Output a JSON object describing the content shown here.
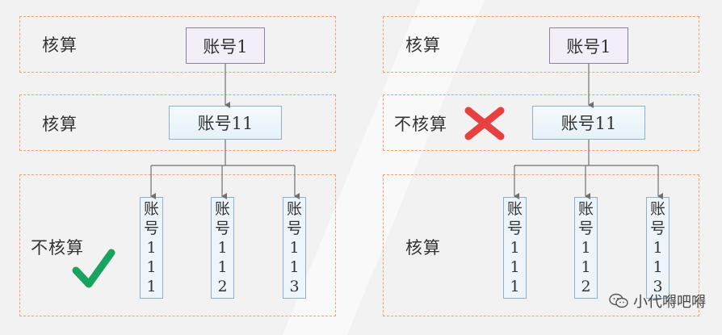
{
  "left": {
    "rows": [
      {
        "label": "核算",
        "box": "账号1"
      },
      {
        "label": "核算",
        "box": "账号11"
      },
      {
        "label": "不核算"
      }
    ],
    "children": [
      {
        "chars": [
          "账",
          "号",
          "1",
          "1",
          "1"
        ]
      },
      {
        "chars": [
          "账",
          "号",
          "1",
          "1",
          "2"
        ]
      },
      {
        "chars": [
          "账",
          "号",
          "1",
          "1",
          "3"
        ]
      }
    ],
    "mark": "check"
  },
  "right": {
    "rows": [
      {
        "label": "核算",
        "box": "账号1"
      },
      {
        "label": "不核算",
        "box": "账号11"
      },
      {
        "label": "核算"
      }
    ],
    "children": [
      {
        "chars": [
          "账",
          "号",
          "1",
          "1",
          "1"
        ]
      },
      {
        "chars": [
          "账",
          "号",
          "1",
          "1",
          "2"
        ]
      },
      {
        "chars": [
          "账",
          "号",
          "1",
          "1",
          "3"
        ]
      }
    ],
    "mark": "cross"
  },
  "colors": {
    "panel_border": "#f0a070",
    "connector": "#707070",
    "check": "#1aa260",
    "cross": "#e84040"
  },
  "watermark": {
    "text": "小代嘚吧嘚",
    "icon": "wechat-icon"
  }
}
